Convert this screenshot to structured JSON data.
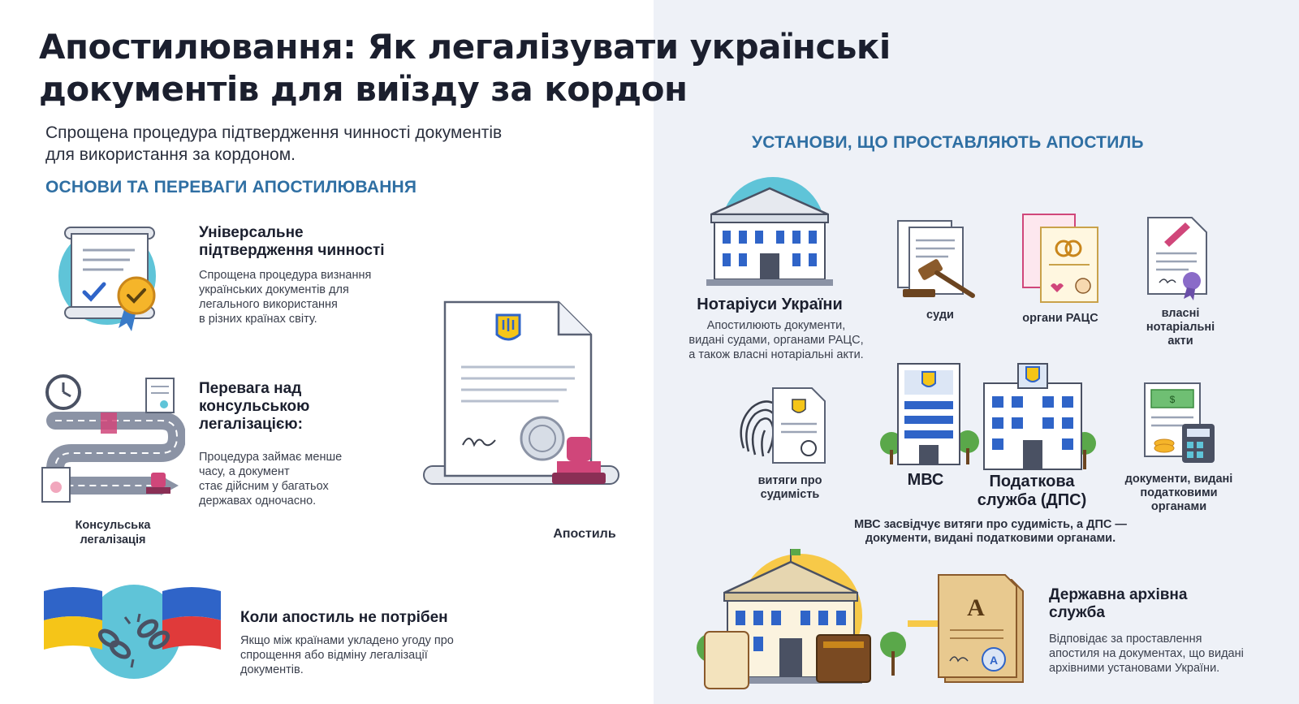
{
  "title": {
    "line1": "Апостилювання: Як легалізувати українські",
    "line2": "документів для виїзду за кордон"
  },
  "subtitle": {
    "line1": "Спрощена процедура підтвердження чинності документів",
    "line2": "для використання за кордоном."
  },
  "left_section": {
    "heading": "ОСНОВИ ТА ПЕРЕВАГИ АПОСТИЛЮВАННЯ",
    "items": [
      {
        "title_lines": [
          "Універсальне",
          "підтвердження чинності"
        ],
        "desc_lines": [
          "Спрощена процедура визнання",
          "українських документів для",
          "легального використання",
          "в різних країнах світу."
        ],
        "icon": "certificate-icon"
      },
      {
        "title_lines": [
          "Перевага над",
          "консульською",
          "легалізацією:"
        ],
        "desc_lines": [
          "Процедура займає менше",
          "часу, а документ",
          "стає дійсним у багатьох",
          "державах одночасно."
        ],
        "icon": "winding-road-icon",
        "icon_caption_lines": [
          "Консульська",
          "легалізація"
        ]
      },
      {
        "title_lines": [
          "Коли апостиль не потрібен"
        ],
        "desc_lines": [
          "Якщо між країнами укладено угоду про",
          "спрощення або відміну легалізації",
          "документів."
        ],
        "icon": "broken-chain-flags-icon"
      }
    ],
    "apostille_caption": "Апостиль"
  },
  "right_section": {
    "heading": "УСТАНОВИ, ЩО ПРОСТАВЛЯЮТЬ АПОСТИЛЬ",
    "notaries": {
      "title": "Нотаріуси України",
      "desc_lines": [
        "Апостилюють документи,",
        "видані судами, органами РАЦС,",
        "а також власні нотаріальні акти."
      ]
    },
    "notary_docs": [
      {
        "label_lines": [
          "суди"
        ],
        "icon": "gavel-icon"
      },
      {
        "label_lines": [
          "органи РАЦС"
        ],
        "icon": "civil-registry-icon"
      },
      {
        "label_lines": [
          "власні",
          "нотаріальні",
          "акти"
        ],
        "icon": "notarial-act-icon"
      }
    ],
    "mvs_dps": {
      "criminal_label_lines": [
        "витяги про",
        "судимість"
      ],
      "mvs_label": "МВС",
      "dps_label_lines": [
        "Податкова",
        "служба (ДПС)"
      ],
      "tax_docs_label_lines": [
        "документи, видані",
        "податковими",
        "органами"
      ],
      "desc_lines": [
        "МВС засвідчує витяги про судимість, а ДПС —",
        "документи, видані податковими органами."
      ]
    },
    "archive": {
      "title_lines": [
        "Державна архівна",
        "служба"
      ],
      "desc_lines": [
        "Відповідає за проставлення",
        "апостиля на документах, що видані",
        "архівними установами України."
      ]
    }
  },
  "colors": {
    "accent_blue": "#2f6fa3",
    "circle_teal": "#5fc4d8",
    "circle_yellow": "#f7c948",
    "ukraine_blue": "#2f64c8",
    "ukraine_yellow": "#f5c518",
    "stamp_pink": "#d0467a"
  }
}
